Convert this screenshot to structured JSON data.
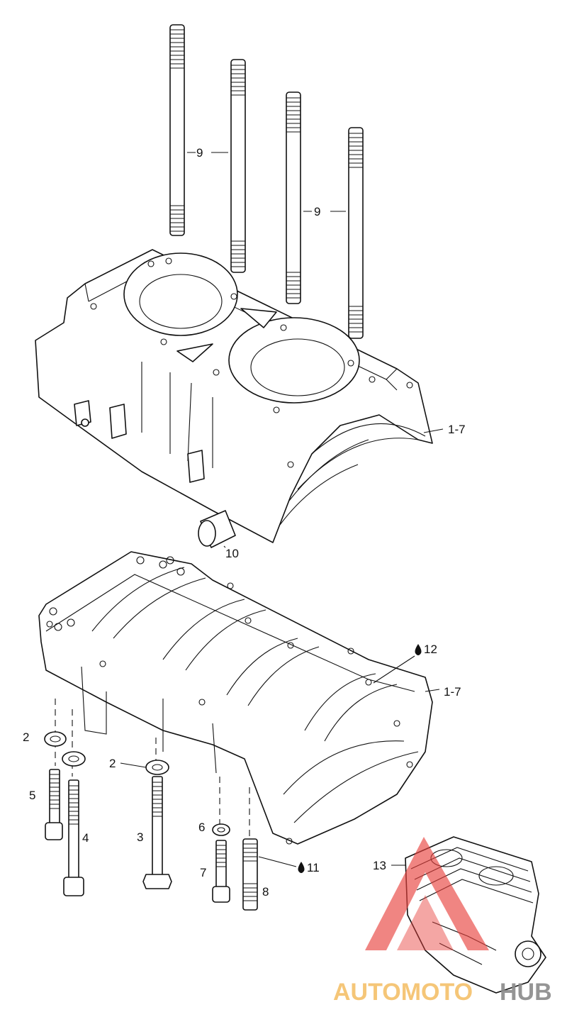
{
  "callouts": {
    "stud_9a": "9",
    "stud_9b": "9",
    "upper_case": "1-7",
    "plug": "10",
    "sealant_12": "12",
    "lower_case": "1-7",
    "washer_2a": "2",
    "washer_2b": "2",
    "screw_5": "5",
    "screw_4": "4",
    "bolt_3": "3",
    "washer_6": "6",
    "screw_7": "7",
    "stud_8": "8",
    "sealant_11": "11",
    "engine_13": "13"
  },
  "watermark": {
    "text_left": "AUTOMOTO",
    "text_right": "HUB",
    "color_left": "#f5c06a",
    "color_right": "#8a8a8a",
    "triangle_color": "#e8403c"
  },
  "icons": {
    "sealant": "drop-icon"
  }
}
